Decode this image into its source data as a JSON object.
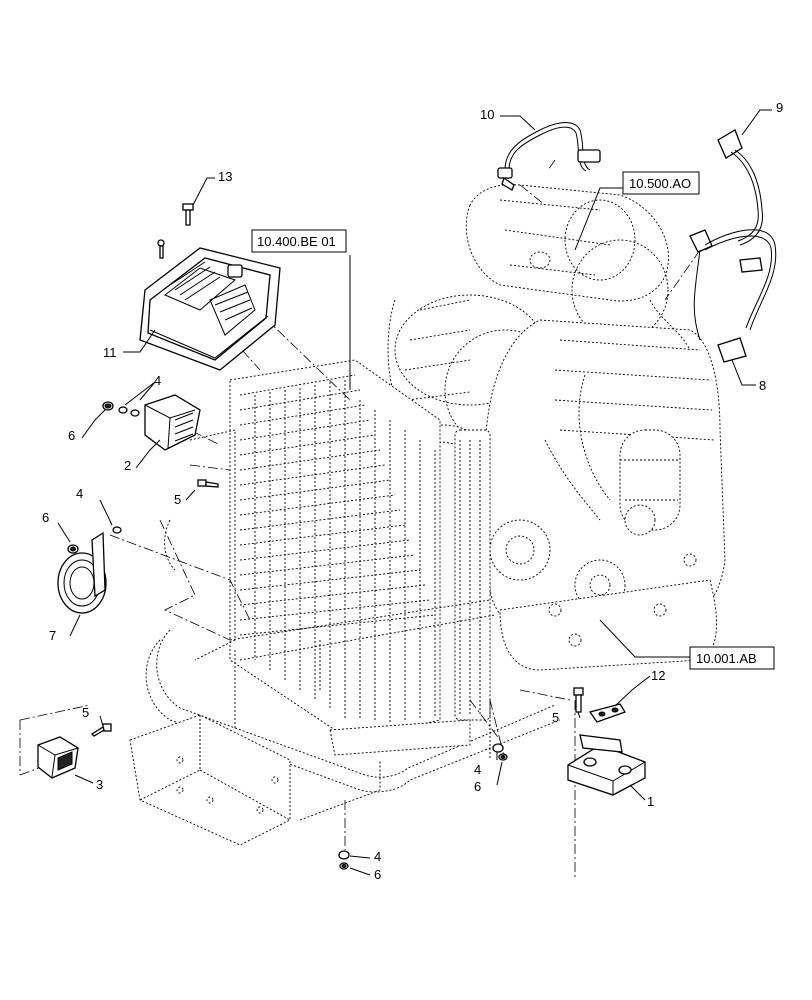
{
  "callouts": {
    "c1": "1",
    "c2": "2",
    "c3": "3",
    "c4a": "4",
    "c4b": "4",
    "c4c": "4",
    "c4d": "4",
    "c5a": "5",
    "c5b": "5",
    "c5c": "5",
    "c6a": "6",
    "c6b": "6",
    "c6c": "6",
    "c6d": "6",
    "c7": "7",
    "c8": "8",
    "c9": "9",
    "c10": "10",
    "c11": "11",
    "c12": "12",
    "c13": "13"
  },
  "references": {
    "r1": "10.400.BE 01",
    "r2": "10.500.AO",
    "r3": "10.001.AB"
  }
}
